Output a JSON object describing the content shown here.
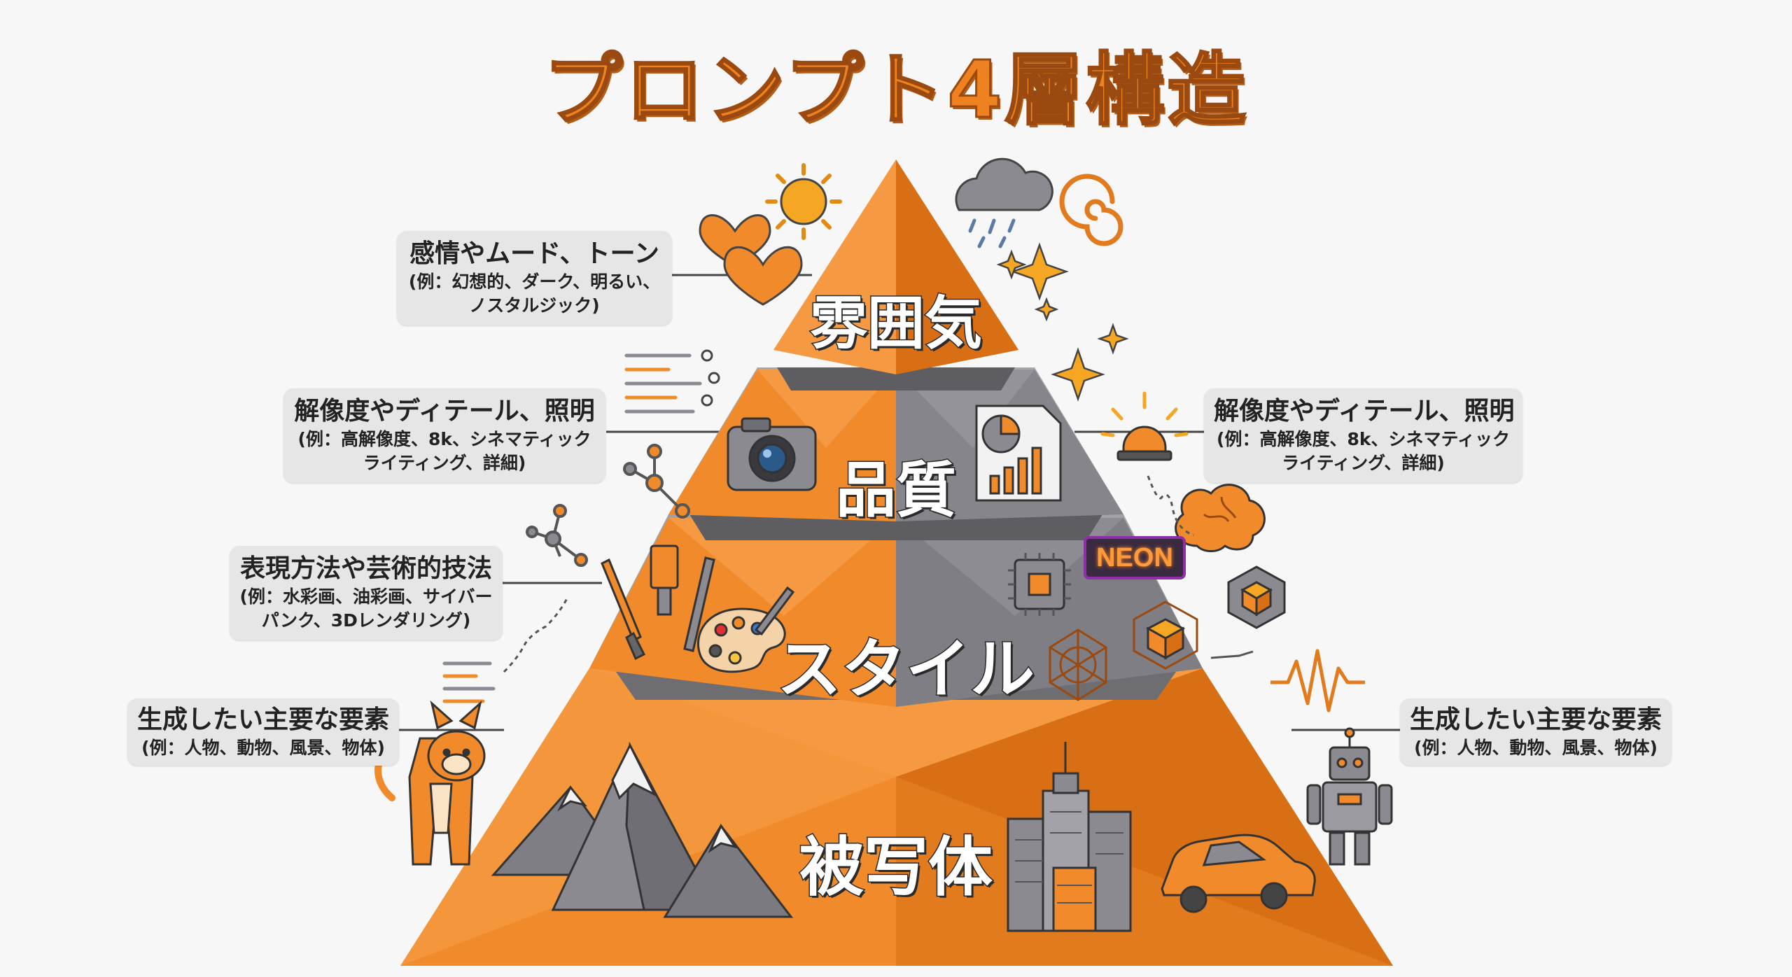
{
  "title": "プロンプト4層構造",
  "layers": [
    {
      "name": "雰囲気"
    },
    {
      "name": "品質"
    },
    {
      "name": "スタイル"
    },
    {
      "name": "被写体"
    }
  ],
  "callouts": {
    "atmosphere": {
      "head": "感情やムード、トーン",
      "sub": "(例：幻想的、ダーク、明るい、ノスタルジック)"
    },
    "quality_left": {
      "head": "解像度やディテール、照明",
      "sub": "(例：高解像度、8k、シネマティックライティング、詳細)"
    },
    "quality_right": {
      "head": "解像度やディテール、照明",
      "sub": "(例：高解像度、8k、シネマティックライティング、詳細)"
    },
    "style": {
      "head": "表現方法や芸術的技法",
      "sub": "(例：水彩画、油彩画、サイバーパンク、3Dレンダリング)"
    },
    "subject_left": {
      "head": "生成したい主要な要素",
      "sub": "(例：人物、動物、風景、物体)"
    },
    "subject_right": {
      "head": "生成したい主要な要素",
      "sub": "(例：人物、動物、風景、物体)"
    }
  },
  "neon_sign": "NEON",
  "colors": {
    "accent": "#ee8220",
    "dark_face": "#7a7a7e",
    "callout_bg": "#e6e6e6"
  },
  "icons": [
    "heart-icon",
    "sun-icon",
    "cloud-rain-icon",
    "spiral-icon",
    "sparkle-icon",
    "code-lines-icon",
    "camera-icon",
    "chart-document-icon",
    "siren-icon",
    "molecule-icon",
    "brain-icon",
    "paintbrush-icon",
    "palette-icon",
    "chip-icon",
    "geodesic-icon",
    "cube-icon",
    "waveform-icon",
    "cat-icon",
    "mountain-icon",
    "skyscraper-icon",
    "car-icon",
    "robot-icon"
  ]
}
